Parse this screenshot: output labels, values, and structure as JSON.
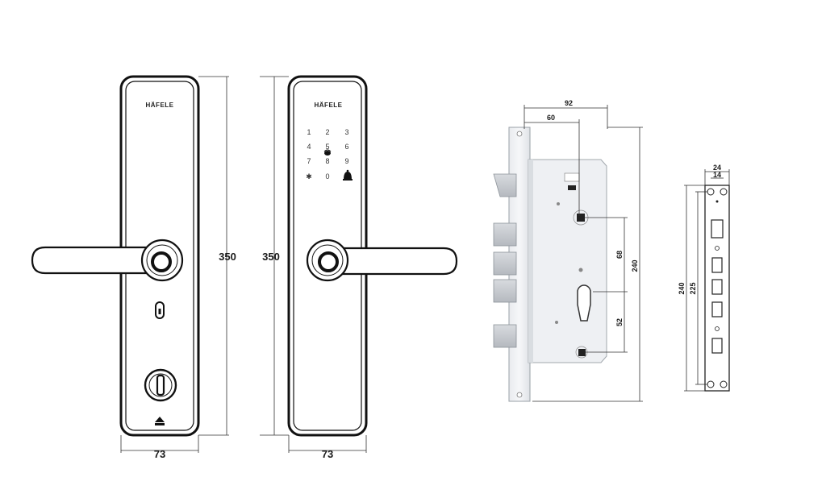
{
  "brand": "HÄFELE",
  "keypad": {
    "keys": [
      "1",
      "2",
      "3",
      "4",
      "5",
      "6",
      "7",
      "8",
      "9",
      "✱",
      "0"
    ]
  },
  "dimensions": {
    "front_height": "350",
    "front_width": "73",
    "back_height": "350",
    "back_width": "73",
    "mortise_backset_total": "92",
    "mortise_backset": "60",
    "mortise_height": "240",
    "mortise_spacing_upper": "68",
    "mortise_spacing_lower": "52",
    "strike_width": "24",
    "strike_inner_width": "14",
    "strike_height": "240",
    "strike_inner_height": "225"
  },
  "icons": {
    "keyhole": "keyhole-icon",
    "thumbturn": "thumbturn-icon",
    "battery": "battery-icon",
    "bell": "bell-icon",
    "fingerprint": "fingerprint-icon"
  }
}
